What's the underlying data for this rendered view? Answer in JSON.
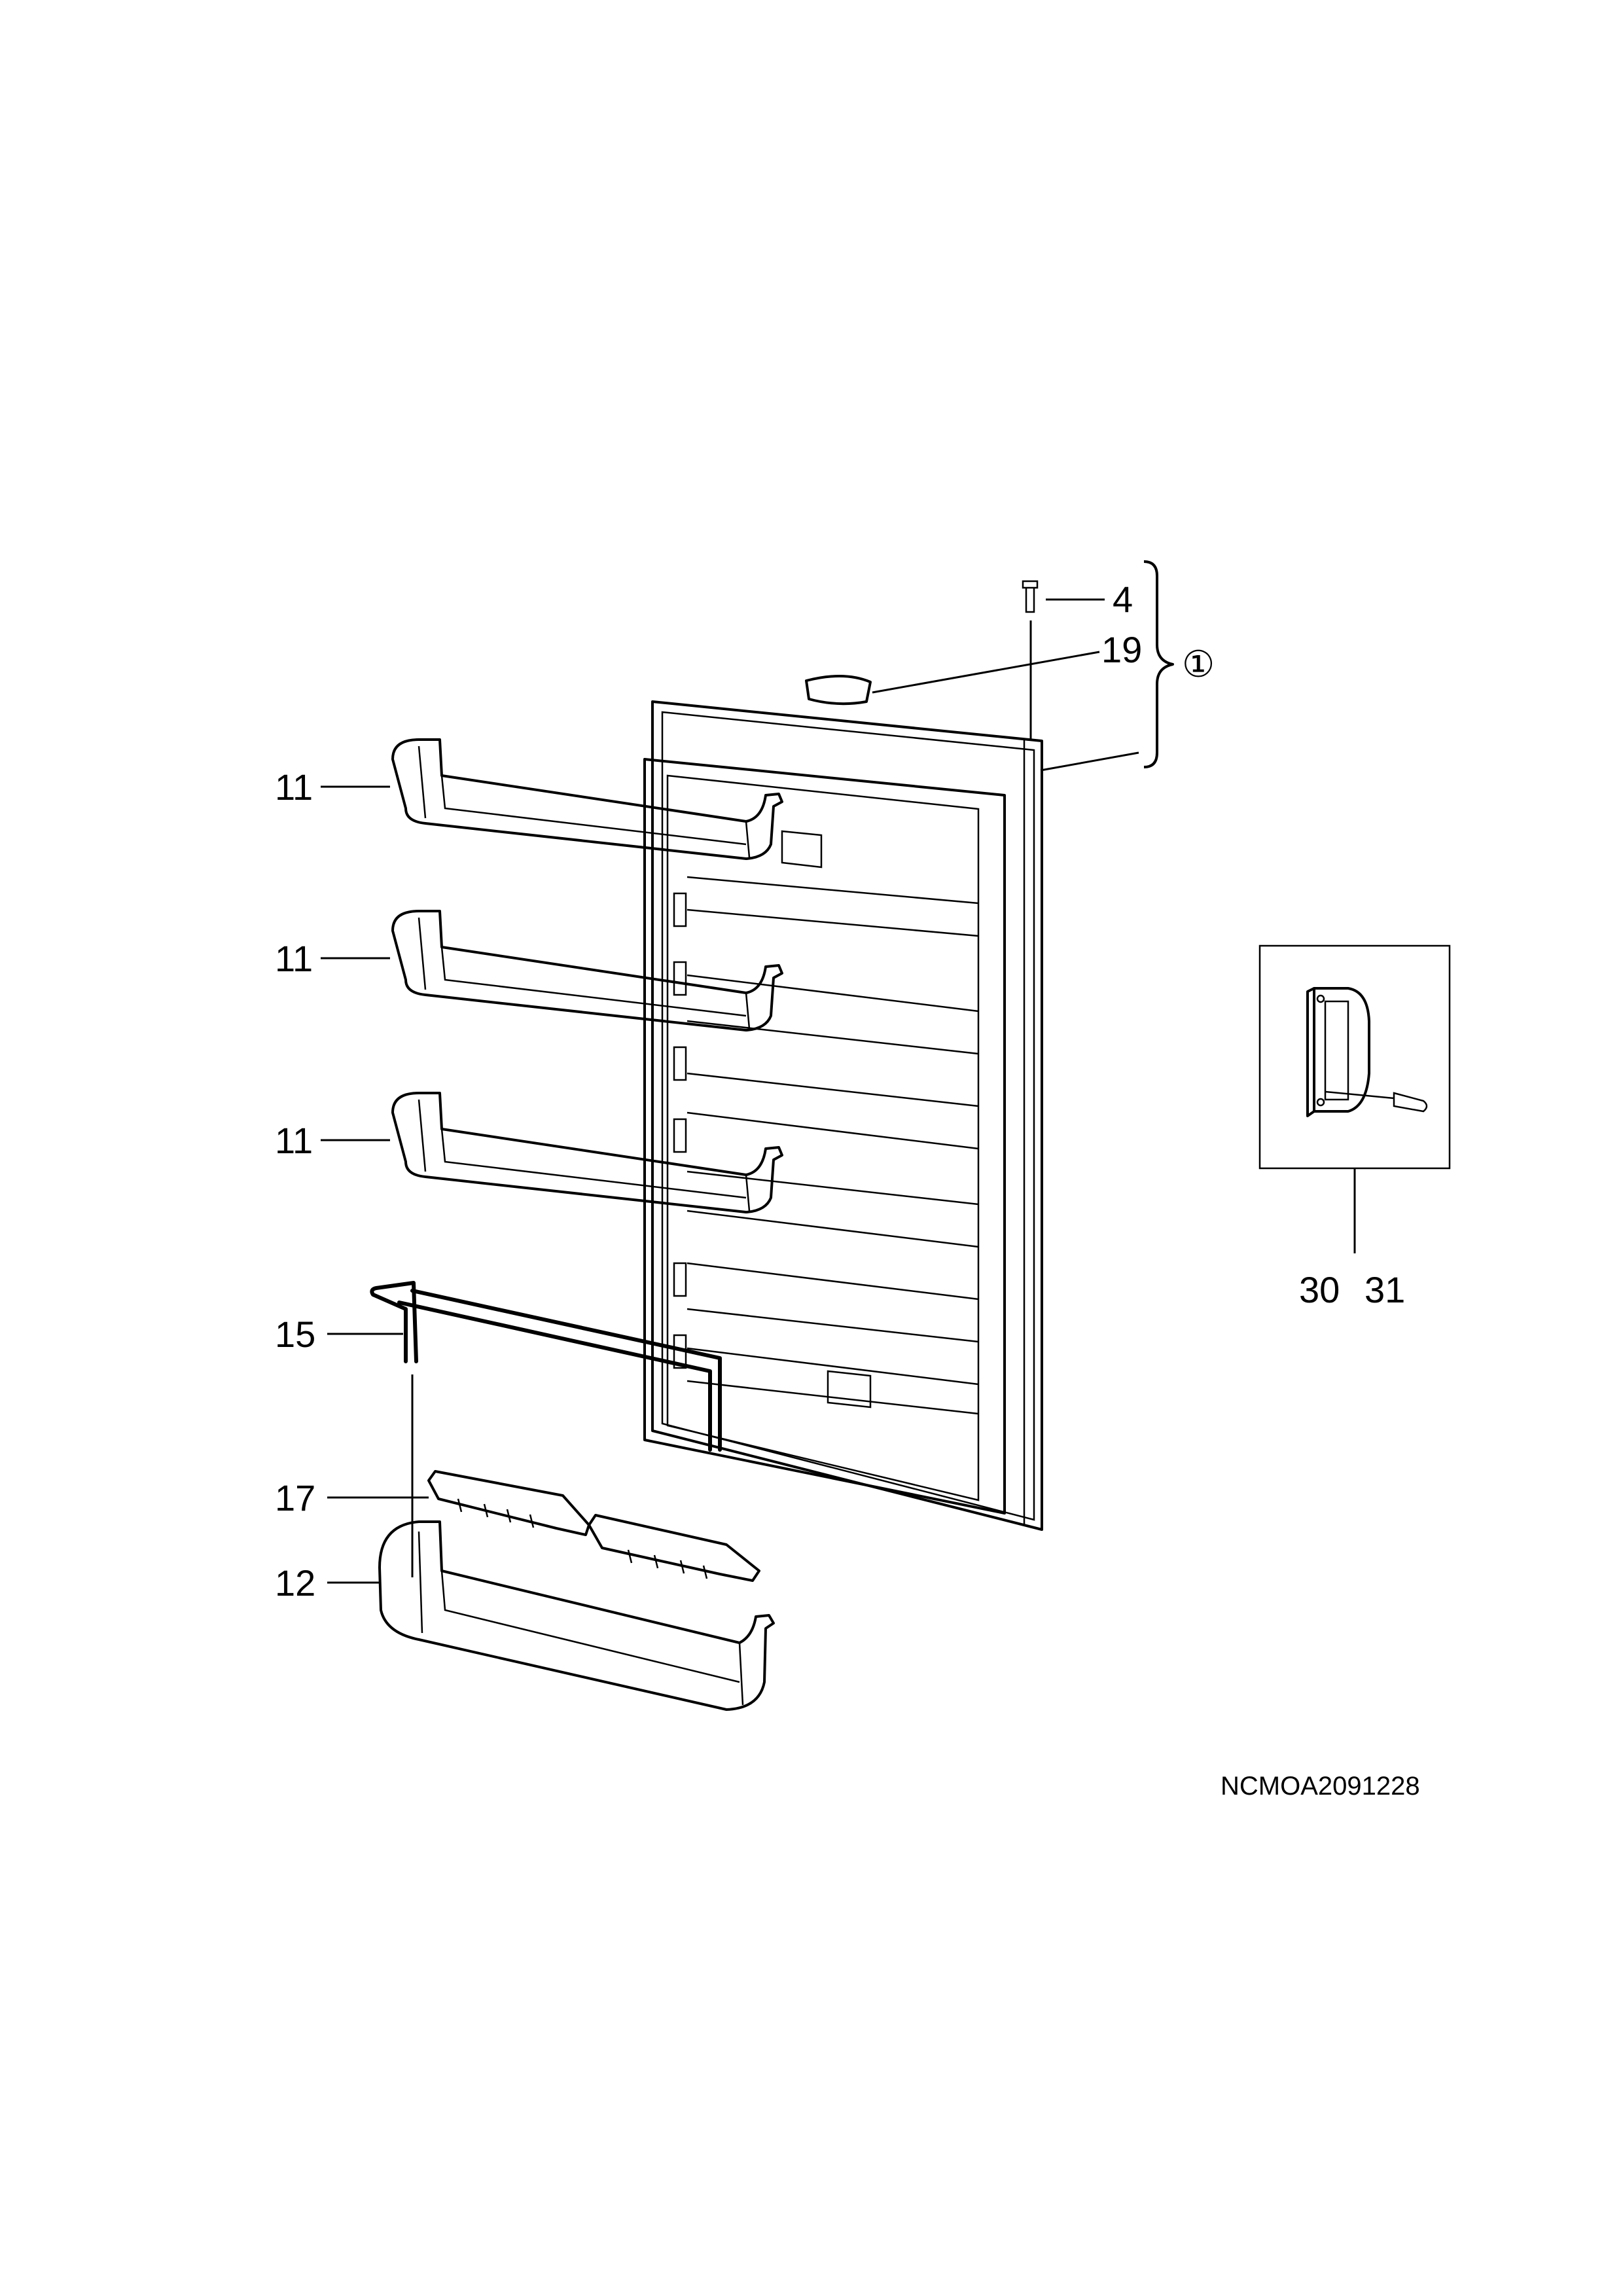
{
  "labels": {
    "screw": "4",
    "top_cover": "19",
    "assembly": "①",
    "door_shelf_1": "11",
    "door_shelf_2": "11",
    "door_shelf_3": "11",
    "bottle_rack": "15",
    "bottle_holder": "17",
    "bottom_shelf": "12",
    "handle_a": "30",
    "handle_b": "31"
  },
  "diagram_code": "NCMOA2091228"
}
